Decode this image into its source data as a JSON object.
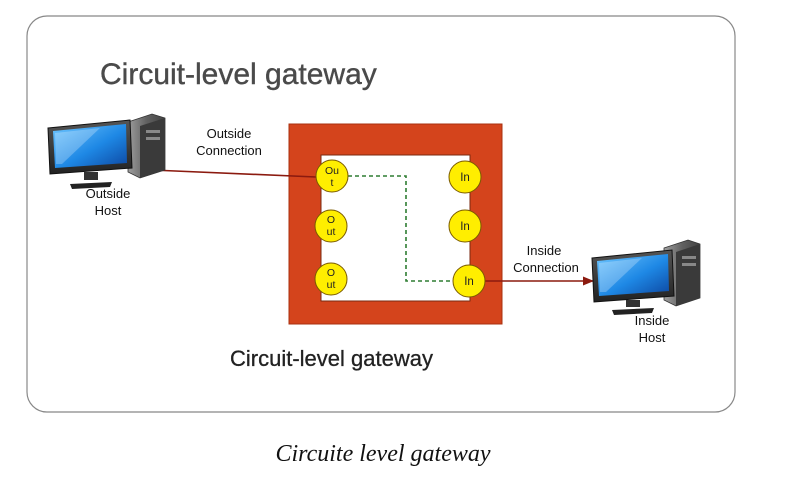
{
  "diagram": {
    "heading": "Circuit-level gateway",
    "gateway_label": "Circuit-level gateway",
    "outside_connection": [
      "Outside",
      "Connection"
    ],
    "inside_connection": [
      "Inside",
      "Connection"
    ],
    "outside_host": [
      "Outside",
      "Host"
    ],
    "inside_host": [
      "Inside",
      "Host"
    ],
    "out_ports": [
      [
        "Ou",
        "t"
      ],
      [
        "O",
        "ut"
      ],
      [
        "O",
        "ut"
      ]
    ],
    "in_ports": [
      "In",
      "In",
      "In"
    ]
  },
  "caption": "Circuite level gateway",
  "colors": {
    "gateway_frame": "#d4441c",
    "port_fill": "#ffee00",
    "connection_line": "#8b1a0f",
    "circuit_path": "#2e7d32",
    "screen": "#1e88e5"
  }
}
